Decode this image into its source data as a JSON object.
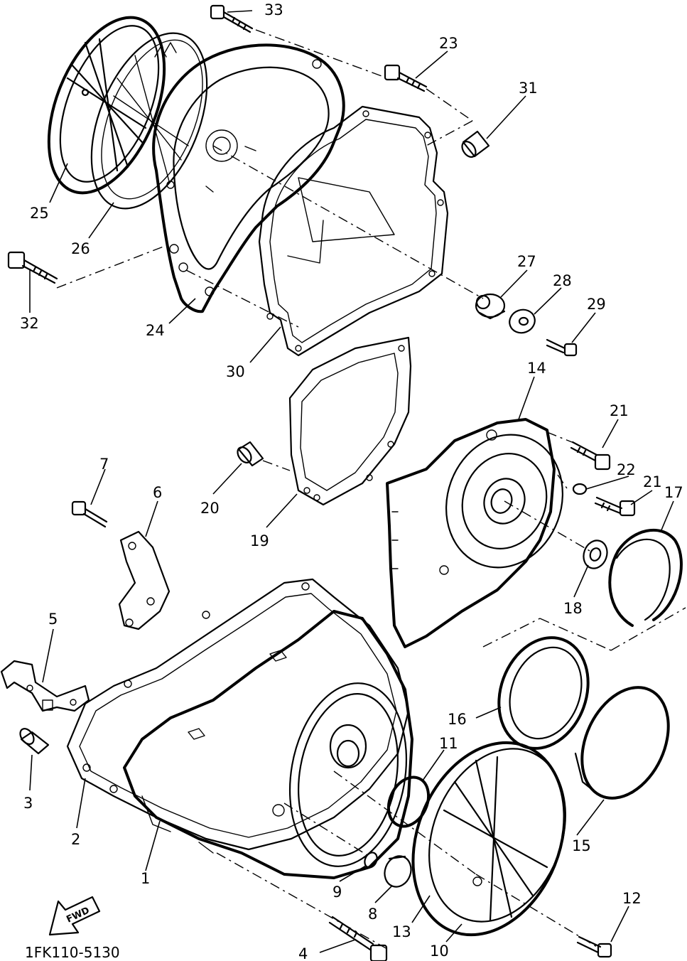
{
  "diagram": {
    "drawing_code": "1FK110-5130",
    "direction_marker": "FWD",
    "callouts": [
      {
        "id": "c33",
        "label": "33"
      },
      {
        "id": "c23",
        "label": "23"
      },
      {
        "id": "c31",
        "label": "31"
      },
      {
        "id": "c25",
        "label": "25"
      },
      {
        "id": "c26",
        "label": "26"
      },
      {
        "id": "c32",
        "label": "32"
      },
      {
        "id": "c24",
        "label": "24"
      },
      {
        "id": "c30",
        "label": "30"
      },
      {
        "id": "c27",
        "label": "27"
      },
      {
        "id": "c28",
        "label": "28"
      },
      {
        "id": "c29",
        "label": "29"
      },
      {
        "id": "c14",
        "label": "14"
      },
      {
        "id": "c21a",
        "label": "21"
      },
      {
        "id": "c22",
        "label": "22"
      },
      {
        "id": "c21b",
        "label": "21"
      },
      {
        "id": "c17",
        "label": "17"
      },
      {
        "id": "c7",
        "label": "7"
      },
      {
        "id": "c6",
        "label": "6"
      },
      {
        "id": "c20",
        "label": "20"
      },
      {
        "id": "c19",
        "label": "19"
      },
      {
        "id": "c18",
        "label": "18"
      },
      {
        "id": "c5",
        "label": "5"
      },
      {
        "id": "c16",
        "label": "16"
      },
      {
        "id": "c11",
        "label": "11"
      },
      {
        "id": "c3",
        "label": "3"
      },
      {
        "id": "c2",
        "label": "2"
      },
      {
        "id": "c1",
        "label": "1"
      },
      {
        "id": "c15",
        "label": "15"
      },
      {
        "id": "c9",
        "label": "9"
      },
      {
        "id": "c8",
        "label": "8"
      },
      {
        "id": "c13",
        "label": "13"
      },
      {
        "id": "c12",
        "label": "12"
      },
      {
        "id": "c10",
        "label": "10"
      },
      {
        "id": "c4",
        "label": "4"
      }
    ]
  }
}
